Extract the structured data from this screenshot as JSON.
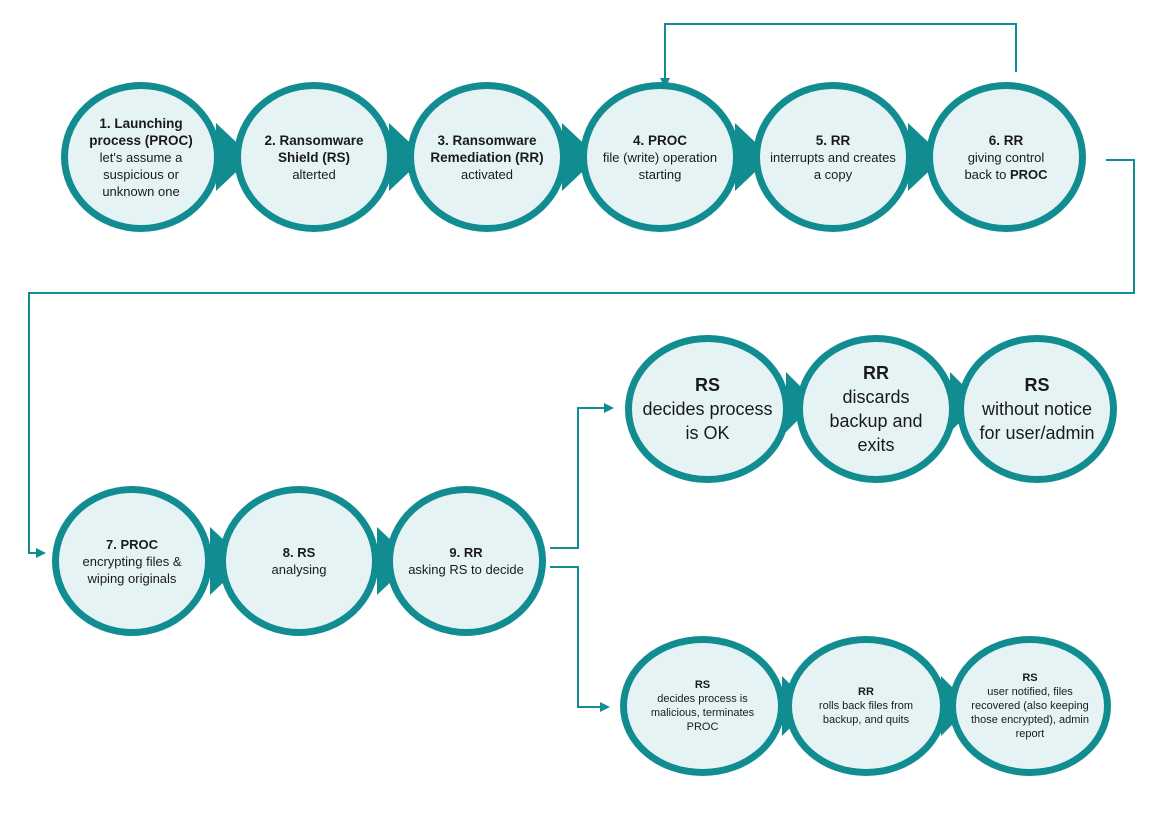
{
  "nodes": {
    "n1": {
      "title": "1. Launching process (PROC)",
      "body": "let's assume a suspicious or unknown one"
    },
    "n2": {
      "title": "2. Ransomware Shield (RS)",
      "body": "alterted"
    },
    "n3": {
      "title": "3. Ransomware Remediation (RR)",
      "body": "activated"
    },
    "n4": {
      "title": "4. PROC",
      "body": "file (write) operation starting"
    },
    "n5": {
      "title": "5. RR",
      "body": "interrupts and creates a copy"
    },
    "n6": {
      "title": "6. RR",
      "body": "giving control",
      "body_line2_pre": "back to ",
      "body_line2_bold": "PROC"
    },
    "n7": {
      "title": "7. PROC",
      "body": "encrypting files & wiping originals"
    },
    "n8": {
      "title": "8. RS",
      "body": "analysing"
    },
    "n9": {
      "title": "9. RR",
      "body": "asking RS to decide"
    },
    "ok1": {
      "title": "RS",
      "body": "decides process is OK"
    },
    "ok2": {
      "title": "RR",
      "body": "discards backup and exits"
    },
    "ok3": {
      "title": "RS",
      "body": "without notice for user/admin"
    },
    "bad1": {
      "title": "RS",
      "body": "decides process is malicious, terminates PROC"
    },
    "bad2": {
      "title": "RR",
      "body": "rolls back files from backup, and quits"
    },
    "bad3": {
      "title": "RS",
      "body": "user notified, files recovered (also keeping those encrypted), admin report"
    }
  },
  "colors": {
    "accent": "#118c91",
    "fill": "#e6f3f5"
  }
}
